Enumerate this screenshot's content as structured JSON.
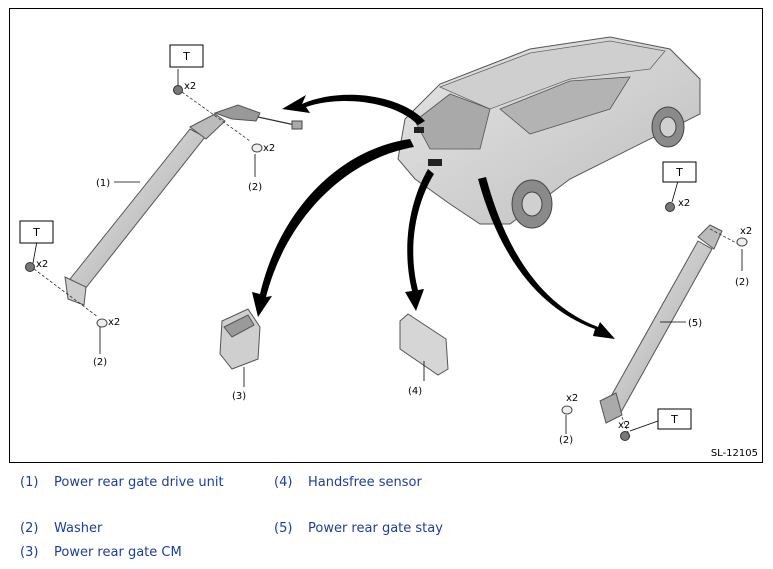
{
  "figure": {
    "code": "SL-12105",
    "torque_mark": "T",
    "qty_x2": "x2",
    "callouts": {
      "c1": "(1)",
      "c2": "(2)",
      "c3": "(3)",
      "c4": "(4)",
      "c5": "(5)"
    }
  },
  "legend": [
    {
      "num": "(1)",
      "text": "Power rear gate drive unit"
    },
    {
      "num": "(2)",
      "text": "Washer"
    },
    {
      "num": "(3)",
      "text": "Power rear gate CM"
    },
    {
      "num": "(4)",
      "text": "Handsfree sensor"
    },
    {
      "num": "(5)",
      "text": "Power rear gate stay"
    }
  ],
  "colors": {
    "legend_text": "#1a3fa0",
    "part_fill": "#d9d9d9",
    "arrow": "#000000"
  }
}
